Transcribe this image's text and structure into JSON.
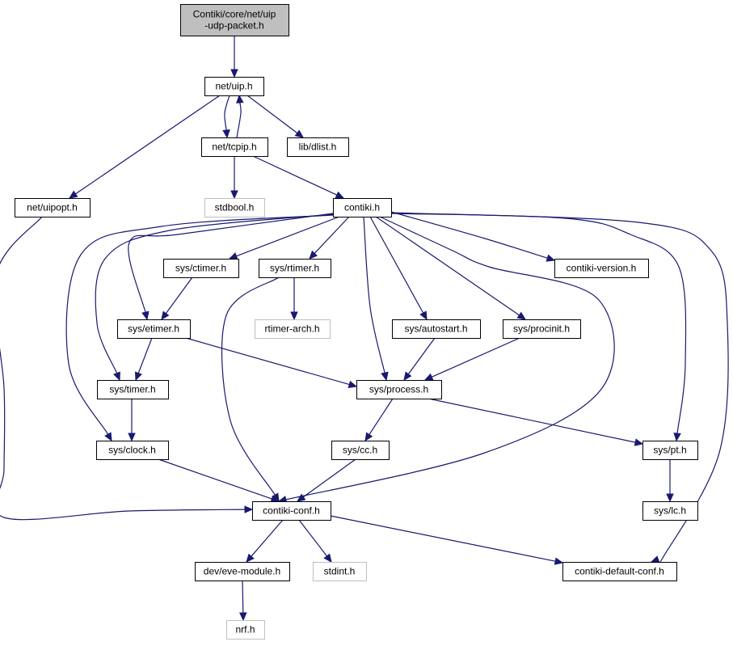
{
  "diagram": {
    "nodes": [
      {
        "id": "root",
        "lines": [
          "Contiki/core/net/uip",
          "-udp-packet.h"
        ],
        "style": "root"
      },
      {
        "id": "uip",
        "lines": [
          "net/uip.h"
        ],
        "style": "normal"
      },
      {
        "id": "tcpip",
        "lines": [
          "net/tcpip.h"
        ],
        "style": "normal"
      },
      {
        "id": "dlist",
        "lines": [
          "lib/dlist.h"
        ],
        "style": "normal"
      },
      {
        "id": "uipopt",
        "lines": [
          "net/uipopt.h"
        ],
        "style": "normal"
      },
      {
        "id": "stdbool",
        "lines": [
          "stdbool.h"
        ],
        "style": "external"
      },
      {
        "id": "contiki",
        "lines": [
          "contiki.h"
        ],
        "style": "normal"
      },
      {
        "id": "ctimer",
        "lines": [
          "sys/ctimer.h"
        ],
        "style": "normal"
      },
      {
        "id": "rtimer",
        "lines": [
          "sys/rtimer.h"
        ],
        "style": "normal"
      },
      {
        "id": "version",
        "lines": [
          "contiki-version.h"
        ],
        "style": "normal"
      },
      {
        "id": "etimer",
        "lines": [
          "sys/etimer.h"
        ],
        "style": "normal"
      },
      {
        "id": "rtarch",
        "lines": [
          "rtimer-arch.h"
        ],
        "style": "external"
      },
      {
        "id": "autostart",
        "lines": [
          "sys/autostart.h"
        ],
        "style": "normal"
      },
      {
        "id": "procinit",
        "lines": [
          "sys/procinit.h"
        ],
        "style": "normal"
      },
      {
        "id": "timer",
        "lines": [
          "sys/timer.h"
        ],
        "style": "normal"
      },
      {
        "id": "process",
        "lines": [
          "sys/process.h"
        ],
        "style": "normal"
      },
      {
        "id": "clock",
        "lines": [
          "sys/clock.h"
        ],
        "style": "normal"
      },
      {
        "id": "cc",
        "lines": [
          "sys/cc.h"
        ],
        "style": "normal"
      },
      {
        "id": "pt",
        "lines": [
          "sys/pt.h"
        ],
        "style": "normal"
      },
      {
        "id": "conf",
        "lines": [
          "contiki-conf.h"
        ],
        "style": "normal"
      },
      {
        "id": "lc",
        "lines": [
          "sys/lc.h"
        ],
        "style": "normal"
      },
      {
        "id": "eve",
        "lines": [
          "dev/eve-module.h"
        ],
        "style": "normal"
      },
      {
        "id": "stdint",
        "lines": [
          "stdint.h"
        ],
        "style": "external"
      },
      {
        "id": "defconf",
        "lines": [
          "contiki-default-conf.h"
        ],
        "style": "normal"
      },
      {
        "id": "nrf",
        "lines": [
          "nrf.h"
        ],
        "style": "external"
      }
    ],
    "edges": [
      {
        "from": "root",
        "to": "uip"
      },
      {
        "from": "uip",
        "to": "tcpip"
      },
      {
        "from": "uip",
        "to": "dlist"
      },
      {
        "from": "uip",
        "to": "uipopt"
      },
      {
        "from": "tcpip",
        "to": "uip"
      },
      {
        "from": "tcpip",
        "to": "stdbool"
      },
      {
        "from": "tcpip",
        "to": "contiki"
      },
      {
        "from": "uipopt",
        "to": "conf"
      },
      {
        "from": "contiki",
        "to": "ctimer"
      },
      {
        "from": "contiki",
        "to": "rtimer"
      },
      {
        "from": "contiki",
        "to": "version"
      },
      {
        "from": "contiki",
        "to": "etimer"
      },
      {
        "from": "contiki",
        "to": "timer"
      },
      {
        "from": "contiki",
        "to": "clock"
      },
      {
        "from": "contiki",
        "to": "process"
      },
      {
        "from": "contiki",
        "to": "autostart"
      },
      {
        "from": "contiki",
        "to": "procinit"
      },
      {
        "from": "contiki",
        "to": "conf"
      },
      {
        "from": "contiki",
        "to": "pt"
      },
      {
        "from": "contiki",
        "to": "defconf"
      },
      {
        "from": "ctimer",
        "to": "etimer"
      },
      {
        "from": "rtimer",
        "to": "rtarch"
      },
      {
        "from": "rtimer",
        "to": "conf"
      },
      {
        "from": "etimer",
        "to": "timer"
      },
      {
        "from": "etimer",
        "to": "process"
      },
      {
        "from": "autostart",
        "to": "process"
      },
      {
        "from": "procinit",
        "to": "process"
      },
      {
        "from": "timer",
        "to": "clock"
      },
      {
        "from": "process",
        "to": "cc"
      },
      {
        "from": "process",
        "to": "pt"
      },
      {
        "from": "clock",
        "to": "conf"
      },
      {
        "from": "cc",
        "to": "conf"
      },
      {
        "from": "pt",
        "to": "lc"
      },
      {
        "from": "conf",
        "to": "eve"
      },
      {
        "from": "conf",
        "to": "stdint"
      },
      {
        "from": "conf",
        "to": "defconf"
      },
      {
        "from": "eve",
        "to": "nrf"
      }
    ],
    "colors": {
      "edge": "#191970",
      "node_border": "#000000",
      "external_border": "#bfbfbf",
      "root_fill": "#bfbfbf",
      "node_fill": "#ffffff"
    }
  }
}
